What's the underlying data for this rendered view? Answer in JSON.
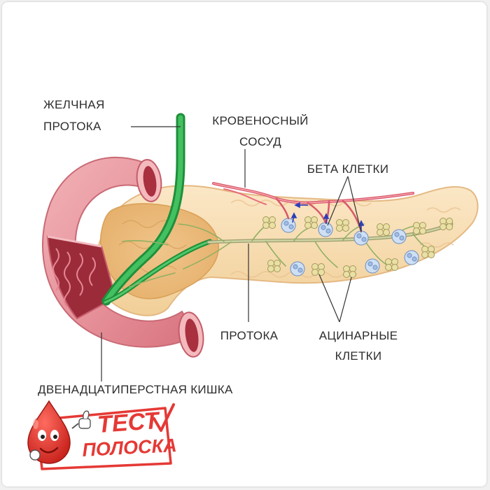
{
  "labels": {
    "bile_duct": [
      "ЖЕЛЧНАЯ",
      "ПРОТОКА"
    ],
    "blood_vessel": [
      "КРОВЕНОСНЫЙ",
      "СОСУД"
    ],
    "beta_cells": "БЕТА КЛЕТКИ",
    "duct": "ПРОТОКА",
    "acinar_cells": [
      "АЦИНАРНЫЕ",
      "КЛЕТКИ"
    ],
    "duodenum": "ДВЕНАДЦАТИПЕРСТНАЯ КИШКА"
  },
  "logo": {
    "line1": "ТЕСТ",
    "line2": "ПОЛОСКА"
  },
  "colors": {
    "duodenum": "#e79aa0",
    "duodenum_dark": "#c45d6a",
    "pancreas": "#f6dcb0",
    "pancreas_dark": "#e7b97c",
    "bile_duct": "#2fa84a",
    "vessel": "#e86d7c",
    "beta_cell": "#c9dcf3",
    "acinar": "#e8dca3",
    "logo_red": "#e53935"
  }
}
